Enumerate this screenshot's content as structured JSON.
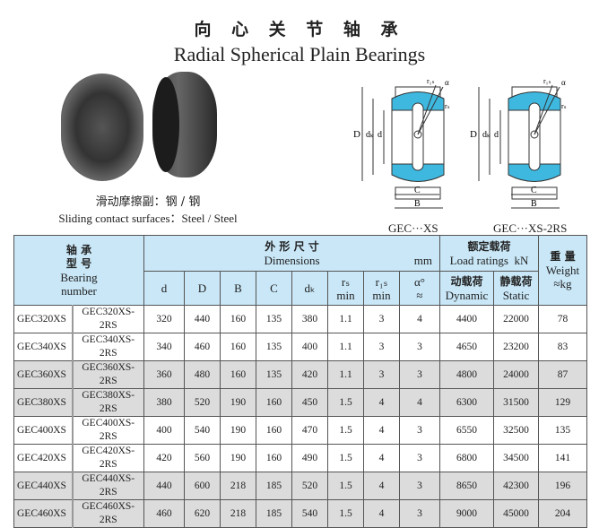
{
  "title_cn": "向 心 关 节 轴 承",
  "title_en": "Radial Spherical Plain Bearings",
  "caption_cn": "滑动摩擦副：钢 / 钢",
  "caption_en": "Sliding contact surfaces：Steel / Steel",
  "diagram_labels": {
    "D": "D",
    "dk": "dₖ",
    "d": "d",
    "C": "C",
    "B": "B",
    "rs": "rₛ",
    "r1s": "r₁ₛ",
    "alpha": "α"
  },
  "diagrams": [
    "GEC···XS",
    "GEC···XS-2RS"
  ],
  "colors": {
    "header_bg": "#c9e7f7",
    "seal_fill": "#3fb8e0",
    "row_gray": "#dcdcdc"
  },
  "header": {
    "bearing_cn1": "轴 承",
    "bearing_cn2": "型 号",
    "bearing_en1": "Bearing",
    "bearing_en2": "number",
    "dims_cn": "外 形 尺 寸",
    "dims_en": "Dimensions",
    "dims_unit": "mm",
    "load_cn": "额定载荷",
    "load_en": "Load ratings",
    "load_unit": "kN",
    "weight_cn": "重 量",
    "weight_en": "Weight",
    "weight_unit": "≈kg",
    "cols": [
      "d",
      "D",
      "B",
      "C",
      "dₖ",
      "rₛ",
      "r₁ₛ",
      "α°"
    ],
    "min": "min",
    "approx": "≈",
    "dyn_cn": "动载荷",
    "dyn_en": "Dynamic",
    "stat_cn": "静载荷",
    "stat_en": "Static"
  },
  "rows": [
    [
      "GEC320XS",
      "GEC320XS-2RS",
      "320",
      "440",
      "160",
      "135",
      "380",
      "1.1",
      "3",
      "4",
      "4400",
      "22000",
      "78"
    ],
    [
      "GEC340XS",
      "GEC340XS-2RS",
      "340",
      "460",
      "160",
      "135",
      "400",
      "1.1",
      "3",
      "3",
      "4650",
      "23200",
      "83"
    ],
    [
      "GEC360XS",
      "GEC360XS-2RS",
      "360",
      "480",
      "160",
      "135",
      "420",
      "1.1",
      "3",
      "3",
      "4800",
      "24000",
      "87"
    ],
    [
      "GEC380XS",
      "GEC380XS-2RS",
      "380",
      "520",
      "190",
      "160",
      "450",
      "1.5",
      "4",
      "4",
      "6300",
      "31500",
      "129"
    ],
    [
      "GEC400XS",
      "GEC400XS-2RS",
      "400",
      "540",
      "190",
      "160",
      "470",
      "1.5",
      "4",
      "3",
      "6550",
      "32500",
      "135"
    ],
    [
      "GEC420XS",
      "GEC420XS-2RS",
      "420",
      "560",
      "190",
      "160",
      "490",
      "1.5",
      "4",
      "3",
      "6800",
      "34500",
      "141"
    ],
    [
      "GEC440XS",
      "GEC440XS-2RS",
      "440",
      "600",
      "218",
      "185",
      "520",
      "1.5",
      "4",
      "3",
      "8650",
      "42300",
      "196"
    ],
    [
      "GEC460XS",
      "GEC460XS-2RS",
      "460",
      "620",
      "218",
      "185",
      "540",
      "1.5",
      "4",
      "3",
      "9000",
      "45000",
      "204"
    ]
  ]
}
